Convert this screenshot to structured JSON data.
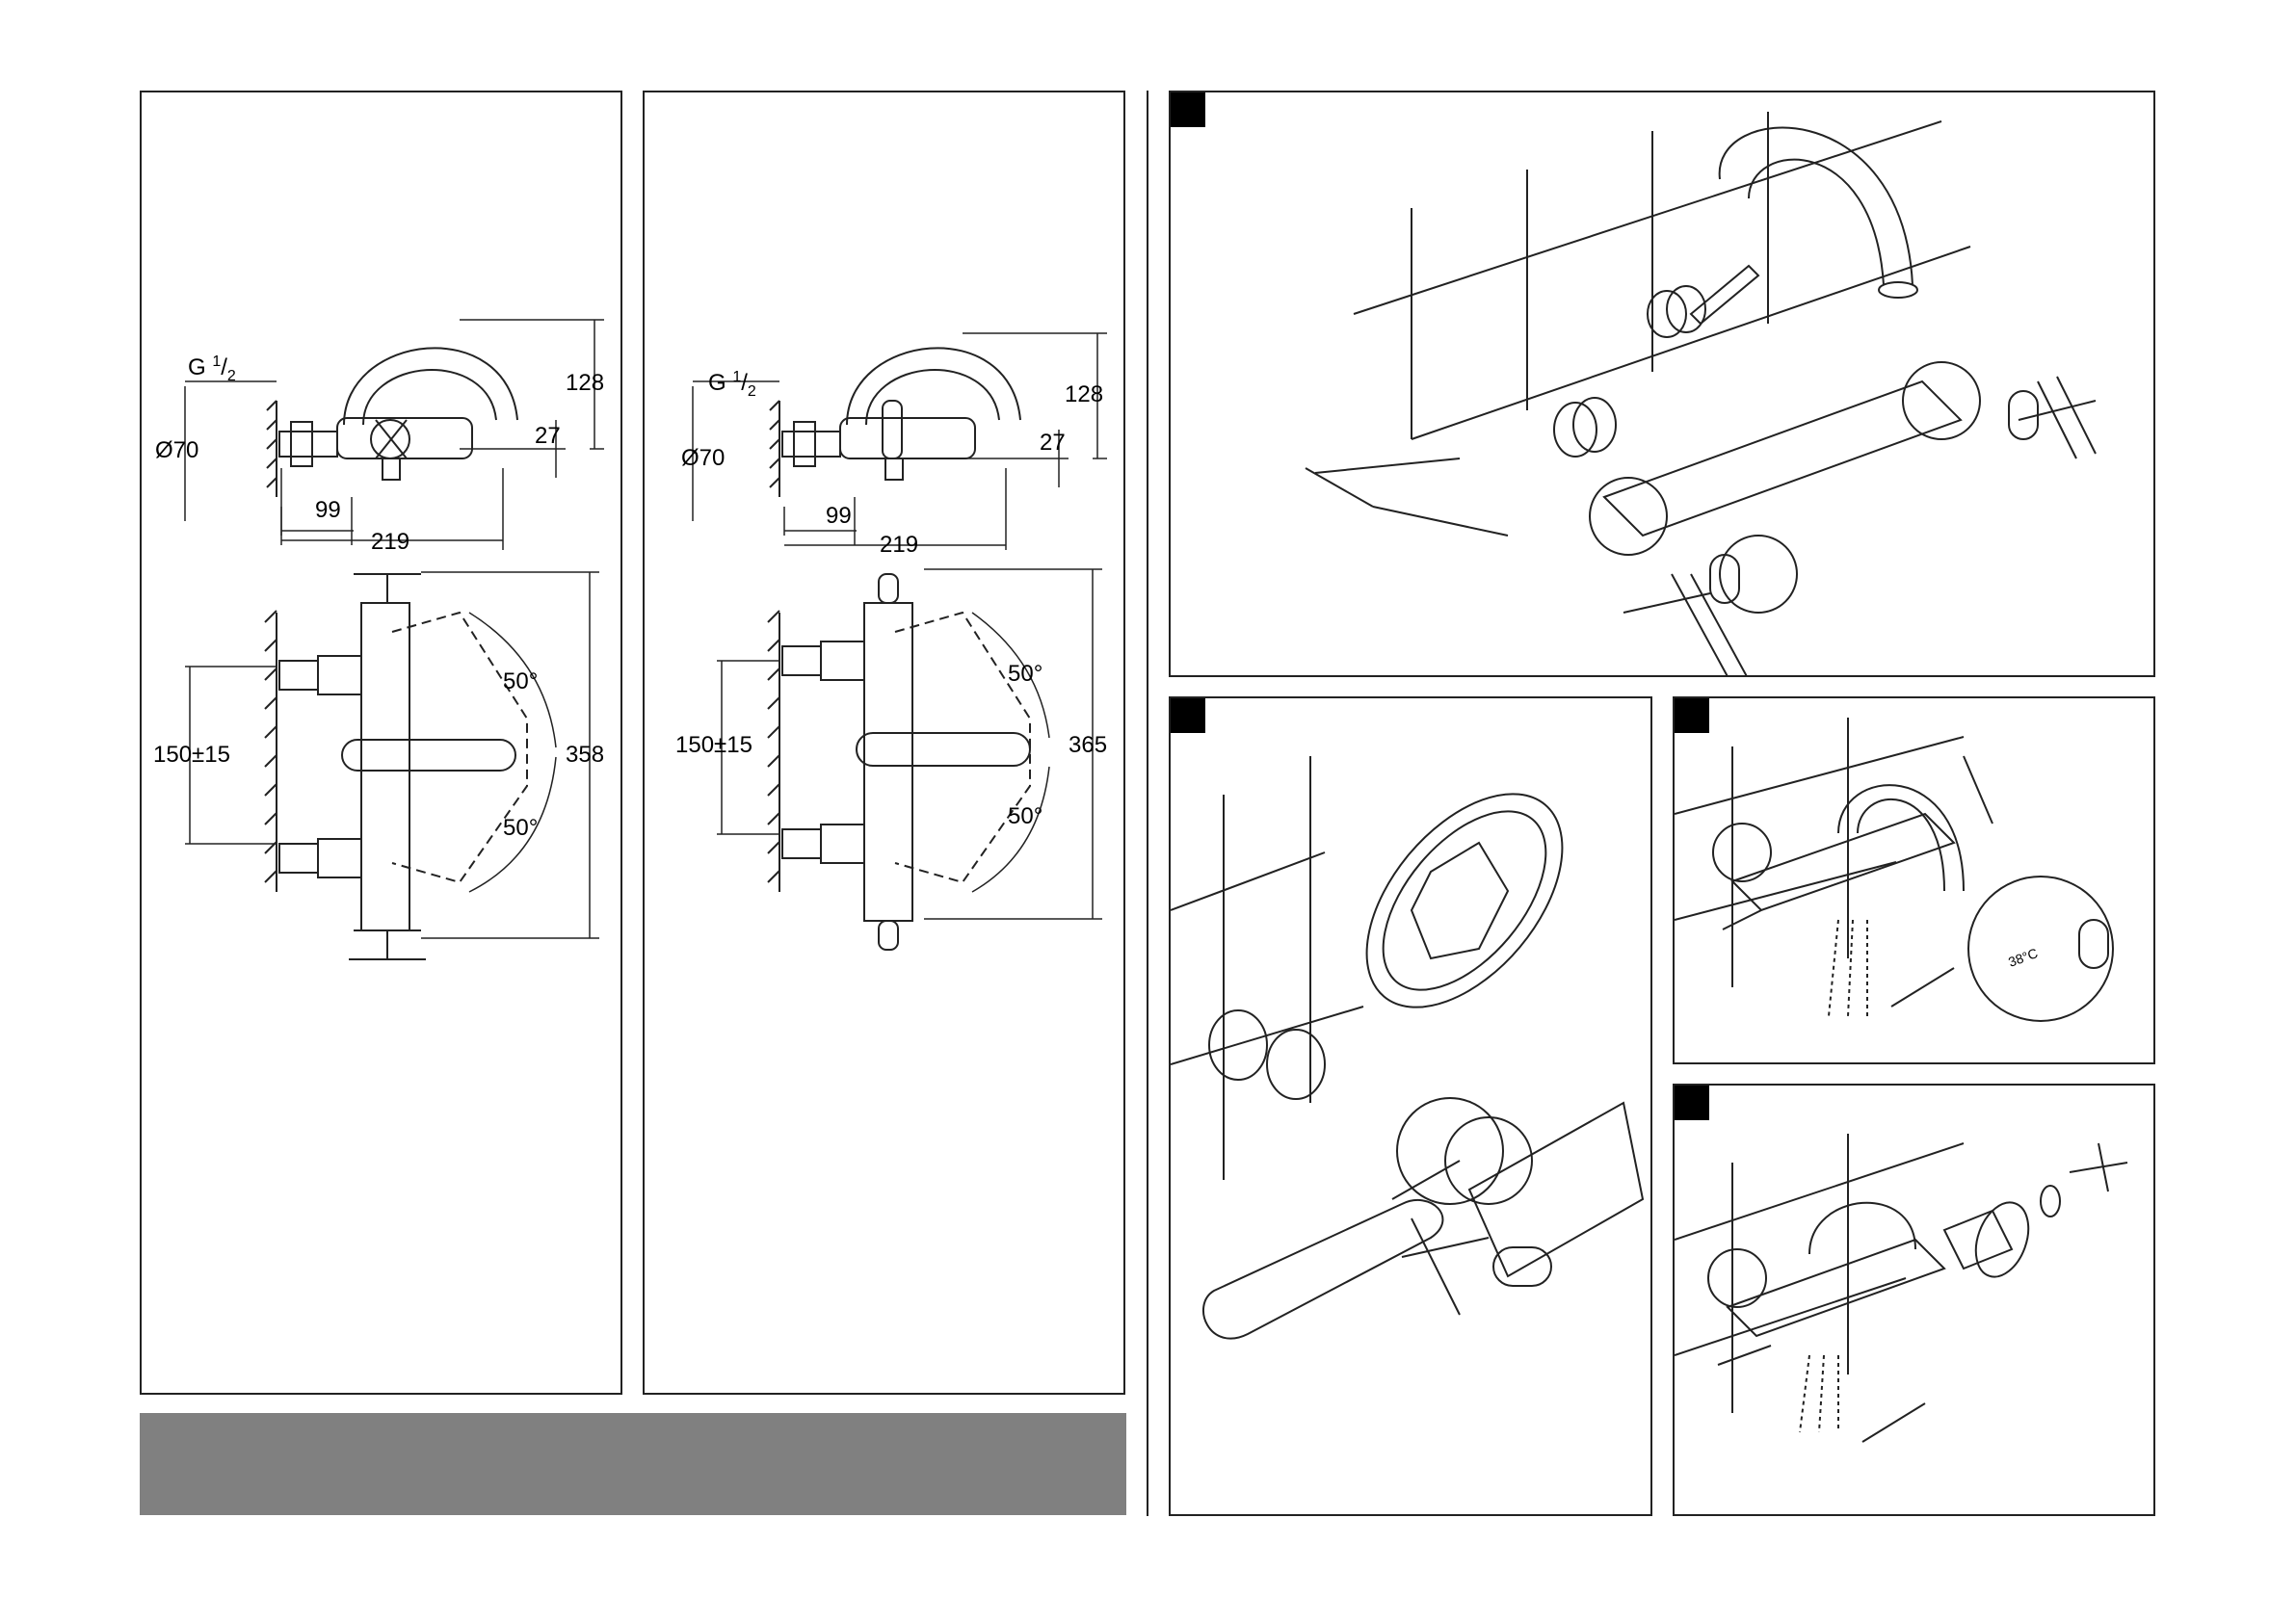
{
  "colors": {
    "line": "#222222",
    "footer_bar": "#808080"
  },
  "dim_drawing_1": {
    "thread": "G",
    "thread_num": "1",
    "thread_den": "2",
    "dia": "Ø70",
    "d128": "128",
    "d27": "27",
    "d99": "99",
    "d219": "219",
    "d150": "150±15",
    "d358": "358",
    "a1": "50°",
    "a2": "50°"
  },
  "dim_drawing_2": {
    "thread": "G",
    "thread_num": "1",
    "thread_den": "2",
    "dia": "Ø70",
    "d128": "128",
    "d27": "27",
    "d99": "99",
    "d219": "219",
    "d150": "150±15",
    "d365": "365",
    "a1": "50°",
    "a2": "50°"
  },
  "detail": {
    "temp": "38°C"
  }
}
